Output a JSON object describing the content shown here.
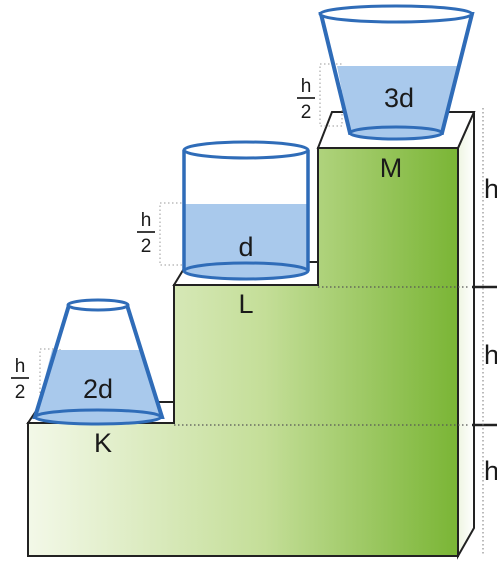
{
  "labels": {
    "K": "K",
    "L": "L",
    "M": "M"
  },
  "containers": {
    "left": "2d",
    "middle": "d",
    "right": "3d"
  },
  "fraction": {
    "num": "h",
    "den": "2"
  },
  "side_labels": {
    "top": "h",
    "middle": "h",
    "bottom": "h"
  },
  "colors": {
    "water": "#a9c9ec",
    "glass_edge": "#2f6cb8",
    "step_green_dark": "#7fb93a",
    "step_green_light": "#f1f7e4",
    "outline": "#222222"
  }
}
